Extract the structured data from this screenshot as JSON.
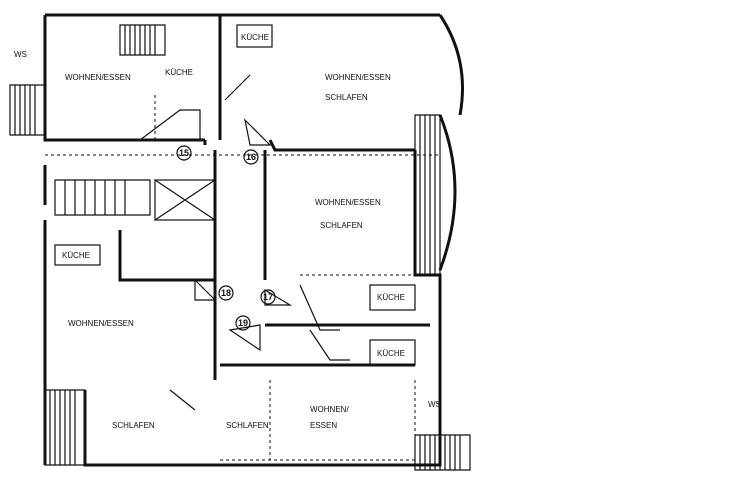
{
  "plan": {
    "rooms": [
      {
        "id": "ws-top-left",
        "label": "WS"
      },
      {
        "id": "wohnen-top-left",
        "label": "WOHNEN/ESSEN"
      },
      {
        "id": "kueche-top-left",
        "label": "KÜCHE"
      },
      {
        "id": "kueche-top-mid",
        "label": "KÜCHE"
      },
      {
        "id": "wohnen-top-right",
        "label": "WOHNEN/ESSEN"
      },
      {
        "id": "schlafen-top-right",
        "label": "SCHLAFEN"
      },
      {
        "id": "wohnen-mid-right",
        "label": "WOHNEN/ESSEN"
      },
      {
        "id": "schlafen-mid-right",
        "label": "SCHLAFEN"
      },
      {
        "id": "kueche-mid-left",
        "label": "KÜCHE"
      },
      {
        "id": "wohnen-mid-left",
        "label": "WOHNEN/ESSEN"
      },
      {
        "id": "kueche-right-1",
        "label": "KÜCHE"
      },
      {
        "id": "kueche-right-2",
        "label": "KÜCHE"
      },
      {
        "id": "ws-bottom-right",
        "label": "WS"
      },
      {
        "id": "schlafen-bottom-left",
        "label": "SCHLAFEN"
      },
      {
        "id": "schlafen-bottom-mid",
        "label": "SCHLAFEN"
      },
      {
        "id": "wohnen-bottom-1",
        "label": "WOHNEN/"
      },
      {
        "id": "wohnen-bottom-2",
        "label": "ESSEN"
      }
    ],
    "units": [
      "15",
      "16",
      "18",
      "17",
      "19"
    ]
  }
}
